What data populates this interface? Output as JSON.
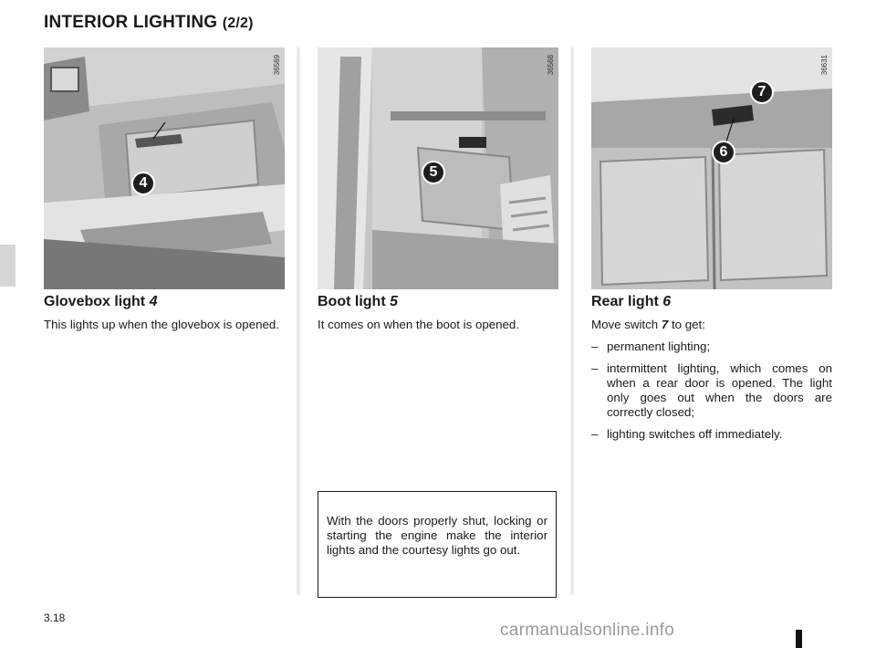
{
  "header": {
    "title": "INTERIOR LIGHTING",
    "title_suffix": "(2/2)"
  },
  "panels": [
    {
      "photo_ref": "36569",
      "callouts": [
        "4"
      ],
      "heading": "Glovebox light",
      "heading_num": "4",
      "text": "This lights up when the glovebox is opened."
    },
    {
      "photo_ref": "36568",
      "callouts": [
        "5"
      ],
      "heading": "Boot light",
      "heading_num": "5",
      "text": "It comes on when the boot is opened."
    },
    {
      "photo_ref": "36631",
      "callouts": [
        "7",
        "6"
      ],
      "heading": "Rear light",
      "heading_num": "6",
      "intro_before": "Move switch",
      "intro_num": "7",
      "intro_after": "to get:",
      "bullets": [
        "permanent lighting;",
        "intermittent lighting, which comes on when a rear door is opened. The light only goes out when the doors are correctly closed;",
        "lighting switches off immediately."
      ]
    }
  ],
  "note": "With the doors properly shut, locking or starting the engine make the interior lights and the courtesy lights go out.",
  "footer": {
    "page_number": "3.18",
    "watermark": "carmanualsonline.info"
  }
}
